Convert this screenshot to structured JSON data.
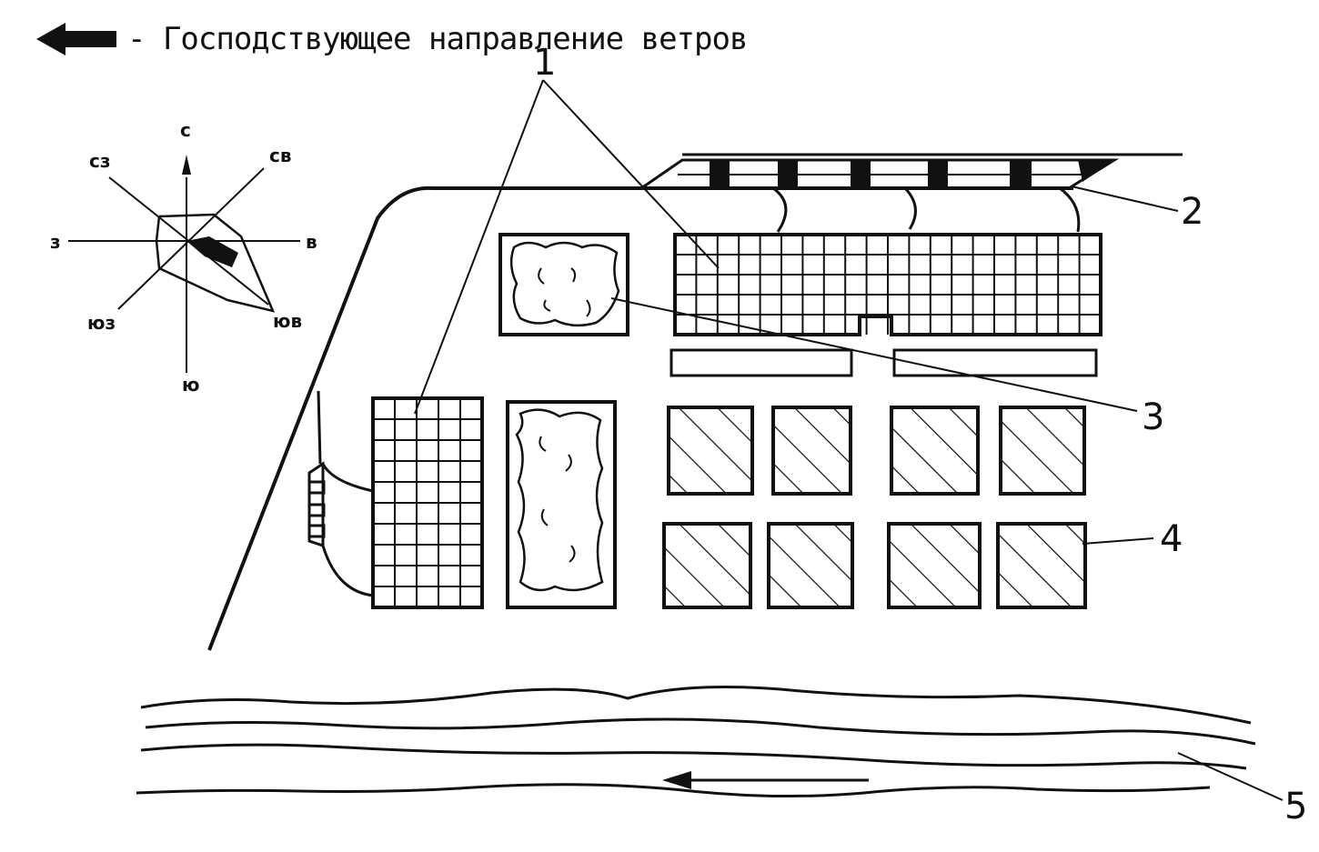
{
  "legend": {
    "text": "- Господствующее направление ветров",
    "icon": "wind-arrow-icon"
  },
  "compass": {
    "n": "с",
    "s": "ю",
    "w": "з",
    "e": "в",
    "nw": "сз",
    "ne": "св",
    "sw": "юз",
    "se": "юв"
  },
  "callouts": {
    "c1": "1",
    "c2": "2",
    "c3": "3",
    "c4": "4",
    "c5": "5"
  },
  "colors": {
    "ink": "#111111",
    "paper": "#ffffff"
  }
}
